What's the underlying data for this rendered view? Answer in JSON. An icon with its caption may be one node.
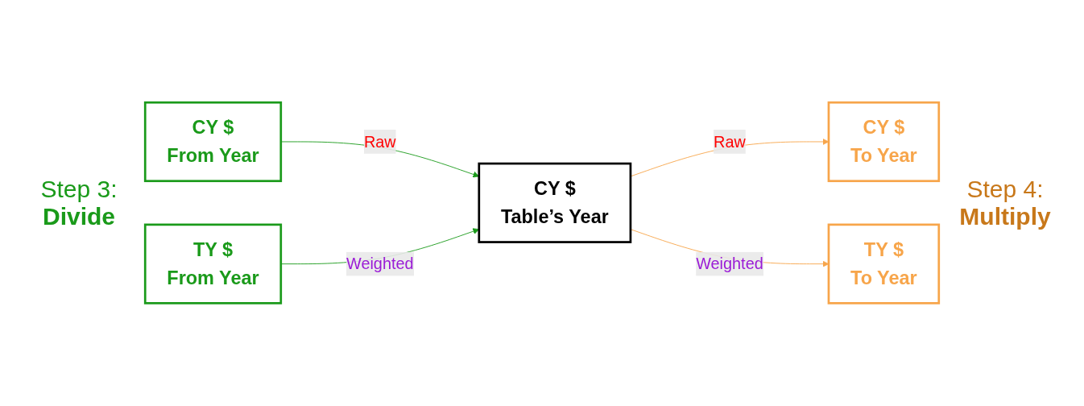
{
  "diagram": {
    "nodes": [
      {
        "text": [
          "CY $",
          "From Year"
        ]
      },
      {
        "text": [
          "TY $",
          "From Year"
        ]
      },
      {
        "text": [
          "CY $",
          "Table’s Year"
        ]
      },
      {
        "text": [
          "CY $",
          "To Year"
        ]
      },
      {
        "text": [
          "TY $",
          "To Year"
        ]
      }
    ],
    "edges": [
      {
        "from": 0,
        "to": 2,
        "arrow": "to",
        "label": "Raw",
        "color": "#1a9a1a"
      },
      {
        "from": 1,
        "to": 2,
        "arrow": "to",
        "label": "Weighted",
        "color": "#1a9a1a"
      },
      {
        "from": 2,
        "to": 3,
        "arrow": "to",
        "label": "Raw",
        "color": "#f7a54a"
      },
      {
        "from": 2,
        "to": 4,
        "arrow": "to",
        "label": "Weighted",
        "color": "#f7a54a"
      }
    ],
    "labels": [
      "Step 3:",
      "Divide",
      "Step 4:",
      "Multiply"
    ]
  }
}
